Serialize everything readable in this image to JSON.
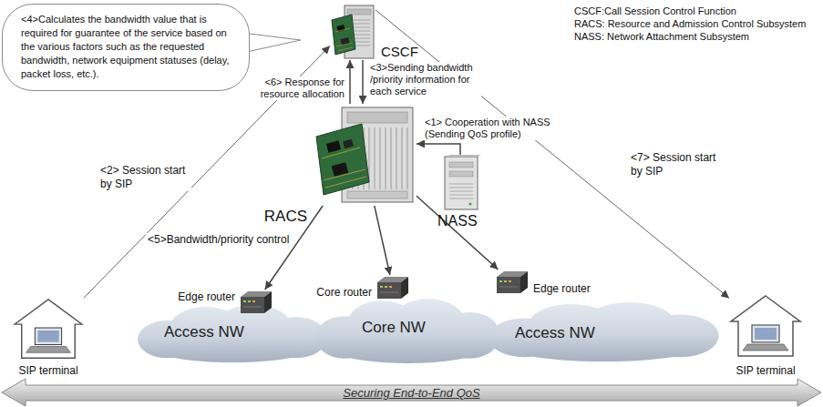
{
  "diagram": {
    "nodes": [
      {
        "text": [
          "<4>Calculates the bandwidth value that is required for guarantee of the service based on the various factors such as the requested bandwidth, network equipment statuses (delay, packet loss, etc.)."
        ]
      },
      {
        "text": [
          "CSCF"
        ]
      },
      {
        "text": [
          "RACS"
        ]
      },
      {
        "text": [
          "NASS"
        ]
      },
      {
        "text": [
          "SIP terminal"
        ]
      },
      {
        "text": [
          "Access NW"
        ]
      },
      {
        "text": [
          "Edge router"
        ]
      },
      {
        "text": [
          "Core NW"
        ]
      },
      {
        "text": [
          "Core router"
        ]
      },
      {
        "text": [
          "Access NW"
        ]
      },
      {
        "text": [
          "Edge router"
        ]
      },
      {
        "text": [
          "SIP terminal"
        ]
      }
    ],
    "edges": [
      {
        "from": 4,
        "to": 1,
        "arrow": "to",
        "label": "<2> Session start by SIP"
      },
      {
        "from": 1,
        "to": 2,
        "arrow": "to",
        "label": "<3>Sending bandwidth /priority information for each service"
      },
      {
        "from": 2,
        "to": 1,
        "arrow": "to",
        "label": "<6> Response for resource allocation"
      },
      {
        "from": 3,
        "to": 2,
        "arrow": "to",
        "label": "<1> Cooperation with NASS (Sending QoS profile)"
      },
      {
        "from": 2,
        "to": 6,
        "arrow": "to"
      },
      {
        "from": 2,
        "to": 8,
        "arrow": "to"
      },
      {
        "from": 2,
        "to": 10,
        "arrow": "to"
      },
      {
        "from": 1,
        "to": 11,
        "arrow": "to",
        "label": "<7> Session start by SIP"
      }
    ],
    "labels": [
      "CSCF:Call Session Control Function",
      "RACS: Resource and Admission Control Subsystem",
      "NASS: Network Attachment Subsystem",
      "<5>Bandwidth/priority control",
      "Securing End-to-End QoS"
    ]
  }
}
